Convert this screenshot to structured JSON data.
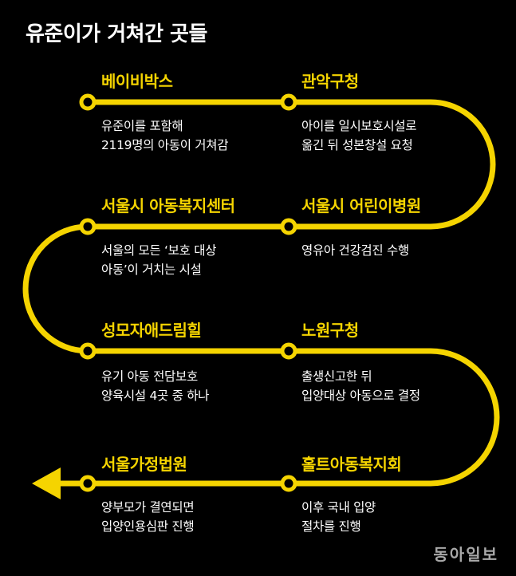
{
  "title": "유준이가 거쳐간 곳들",
  "stops": [
    {
      "name": "베이비박스",
      "desc": [
        "유준이를 포함해",
        "2119명의 아동이 거쳐감"
      ]
    },
    {
      "name": "관악구청",
      "desc": [
        "아이를 일시보호시설로",
        "옮긴 뒤 성본창설 요청"
      ]
    },
    {
      "name": "서울시 아동복지센터",
      "desc": [
        "서울의 모든 ‘보호 대상",
        "아동’이 거치는 시설"
      ]
    },
    {
      "name": "서울시 어린이병원",
      "desc": [
        "영유아 건강검진 수행"
      ]
    },
    {
      "name": "성모자애드림힐",
      "desc": [
        "유기 아동 전담보호",
        "양육시설 4곳 중 하나"
      ]
    },
    {
      "name": "노원구청",
      "desc": [
        "출생신고한 뒤",
        "입양대상 아동으로 결정"
      ]
    },
    {
      "name": "서울가정법원",
      "desc": [
        "양부모가 결연되면",
        "입양인용심판 진행"
      ]
    },
    {
      "name": "홀트아동복지회",
      "desc": [
        "이후 국내 입양",
        "절차를 진행"
      ]
    }
  ],
  "watermark": "동아일보",
  "colors": {
    "background": "#000000",
    "accent": "#f5d400",
    "text": "#ffffff"
  }
}
